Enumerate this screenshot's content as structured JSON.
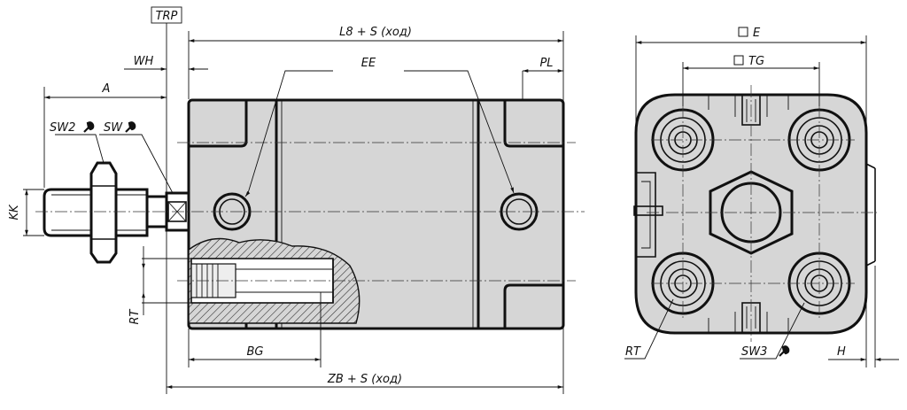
{
  "drawing": {
    "side_view": {
      "labels": {
        "trp": "TRP",
        "l8_stroke": "L8 + S (ход)",
        "wh": "WH",
        "ee": "EE",
        "pl": "PL",
        "a": "A",
        "sw2": "SW2",
        "sw": "SW",
        "kk": "KK",
        "rt": "RT",
        "bg": "BG",
        "zb_stroke": "ZB + S (ход)"
      }
    },
    "front_view": {
      "labels": {
        "e": "E",
        "tg": "TG",
        "rt": "RT",
        "sw3": "SW3",
        "h": "H"
      }
    },
    "symbols": {
      "square": "□",
      "wrench": "wrench-icon"
    }
  }
}
